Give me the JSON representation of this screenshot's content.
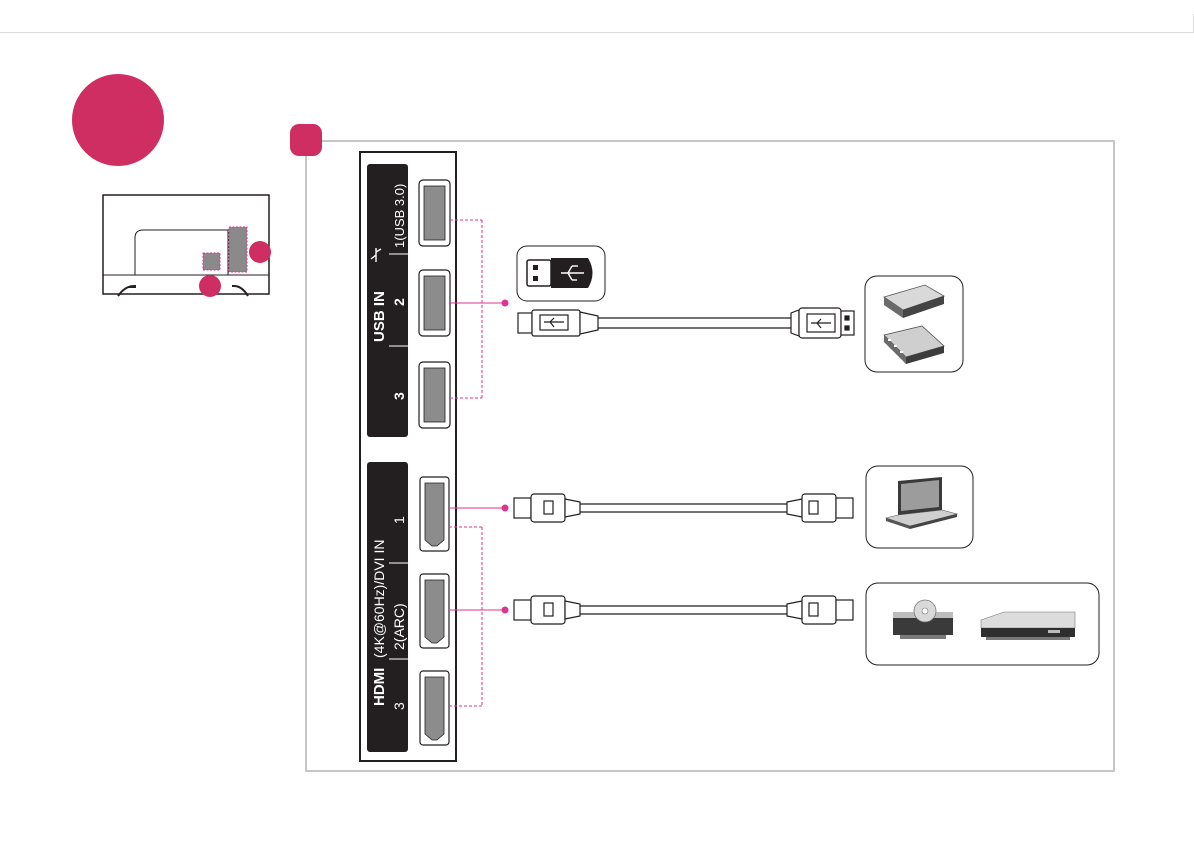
{
  "usb_panel": {
    "title": "USB IN",
    "port1": "1(USB 3.0)",
    "port2": "2",
    "port3": "3"
  },
  "hdmi_panel": {
    "logo": "HDMI",
    "title": "(4K@60Hz)/DVI IN",
    "port1": "1",
    "port2": "2(ARC)",
    "port3": "3"
  },
  "colors": {
    "accent": "#cf2e63",
    "guide_line": "#e0338f",
    "panel_dark": "#231f20",
    "frame": "#c6c6c6"
  },
  "icons": [
    "usb-stick-icon",
    "usb-cable-icon",
    "external-hdd-icon",
    "usb-hub-icon",
    "hdmi-cable-icon",
    "laptop-icon",
    "dvd-player-icon",
    "blu-ray-player-icon",
    "tv-rear-icon"
  ]
}
